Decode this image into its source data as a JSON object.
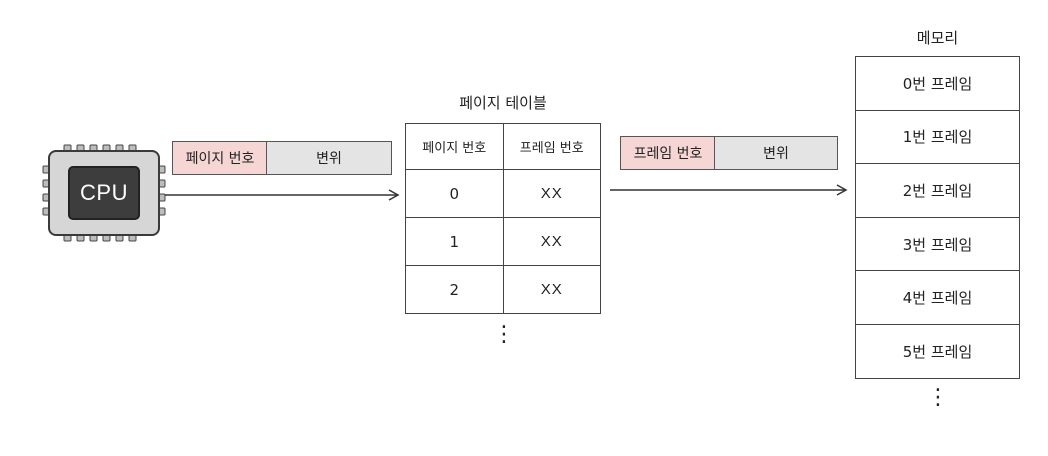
{
  "cpu": {
    "label": "CPU"
  },
  "logical_address": {
    "page_number_label": "페이지 번호",
    "offset_label": "변위"
  },
  "page_table": {
    "title": "페이지 테이블",
    "headers": [
      "페이지 번호",
      "프레임 번호"
    ],
    "rows": [
      {
        "page": "0",
        "frame": "XX"
      },
      {
        "page": "1",
        "frame": "XX"
      },
      {
        "page": "2",
        "frame": "XX"
      }
    ],
    "continuation": "⋮"
  },
  "physical_address": {
    "frame_number_label": "프레임 번호",
    "offset_label": "변위"
  },
  "memory": {
    "title": "메모리",
    "frames": [
      "0번 프레임",
      "1번 프레임",
      "2번 프레임",
      "3번 프레임",
      "4번 프레임",
      "5번 프레임"
    ],
    "continuation": "⋮"
  },
  "colors": {
    "page_number_bg": "#f6d5d5",
    "offset_bg": "#e4e4e4",
    "chip_body": "#d6d6d6",
    "chip_core": "#3d3d3d"
  }
}
